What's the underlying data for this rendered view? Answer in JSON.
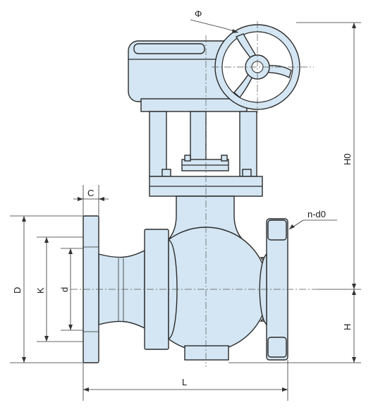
{
  "labels": {
    "phi": "Φ",
    "c": "C",
    "n_d0": "n-d0",
    "h0": "H0",
    "d_outer": "D",
    "k": "K",
    "d_inner": "d",
    "h": "H",
    "l": "L"
  },
  "colors": {
    "fill": "#d4e6f3",
    "stroke": "#2b2b2b"
  }
}
